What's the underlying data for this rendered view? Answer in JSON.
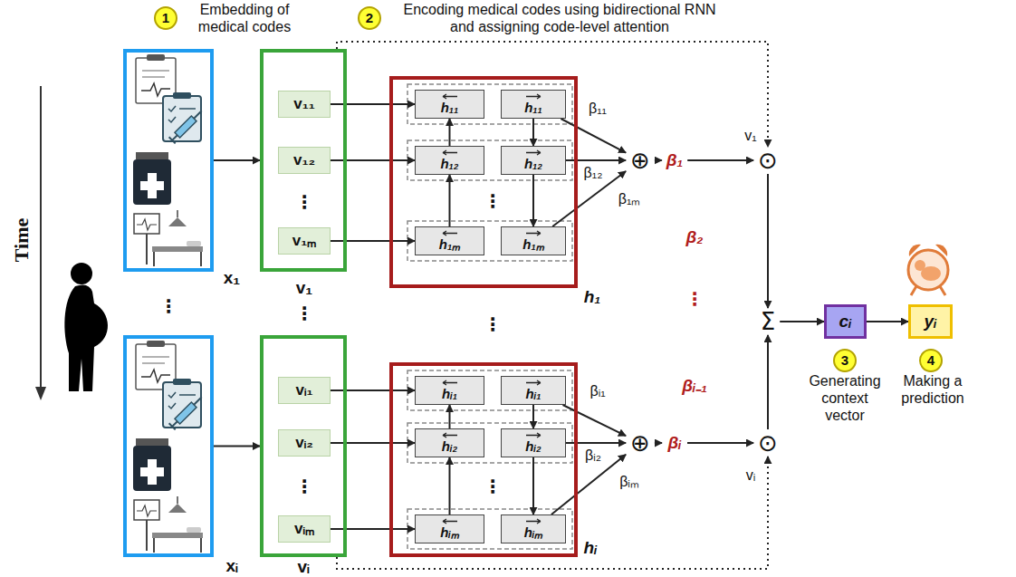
{
  "diagram": {
    "nodes": [
      {
        "text": [
          "1"
        ]
      },
      {
        "text": [
          "2"
        ]
      },
      {
        "text": [
          "x₁"
        ]
      },
      {
        "text": [
          "v₁"
        ]
      },
      {
        "text": [
          "v₁₁"
        ],
        "in": 3
      },
      {
        "text": [
          "v₁₂"
        ],
        "in": 3
      },
      {
        "text": [
          "v₁ₘ"
        ],
        "in": 3
      },
      {
        "text": [
          "h₁"
        ]
      },
      {
        "text": [
          "h₁₁"
        ],
        "in": 7
      },
      {
        "text": [
          "h₁₁"
        ],
        "in": 7
      },
      {
        "text": [
          "h₁₂"
        ],
        "in": 7
      },
      {
        "text": [
          "h₁₂"
        ],
        "in": 7
      },
      {
        "text": [
          "h₁ₘ"
        ],
        "in": 7
      },
      {
        "text": [
          "h₁ₘ"
        ],
        "in": 7
      },
      {
        "text": [
          "⊕"
        ]
      },
      {
        "text": [
          "β₁"
        ]
      },
      {
        "text": [
          "⊙"
        ]
      },
      {
        "text": [
          "Σ"
        ]
      },
      {
        "text": [
          "cᵢ"
        ]
      },
      {
        "text": [
          "yᵢ"
        ]
      },
      {
        "text": [
          "3"
        ]
      },
      {
        "text": [
          "4"
        ]
      },
      {
        "text": [
          "xᵢ"
        ]
      },
      {
        "text": [
          "vᵢ"
        ]
      },
      {
        "text": [
          "vᵢ₁"
        ],
        "in": 23
      },
      {
        "text": [
          "vᵢ₂"
        ],
        "in": 23
      },
      {
        "text": [
          "vᵢₘ"
        ],
        "in": 23
      },
      {
        "text": [
          "hᵢ"
        ]
      },
      {
        "text": [
          "hᵢ₁"
        ],
        "in": 27
      },
      {
        "text": [
          "hᵢ₁"
        ],
        "in": 27
      },
      {
        "text": [
          "hᵢ₂"
        ],
        "in": 27
      },
      {
        "text": [
          "hᵢ₂"
        ],
        "in": 27
      },
      {
        "text": [
          "hᵢₘ"
        ],
        "in": 27
      },
      {
        "text": [
          "hᵢₘ"
        ],
        "in": 27
      },
      {
        "text": [
          "⊕"
        ]
      },
      {
        "text": [
          "βᵢ"
        ]
      },
      {
        "text": [
          "⊙"
        ]
      }
    ],
    "edges": [
      {
        "from": 2,
        "to": 3,
        "arrow": "to"
      },
      {
        "from": 4,
        "to": 8,
        "arrow": "to"
      },
      {
        "from": 5,
        "to": 10,
        "arrow": "to"
      },
      {
        "from": 6,
        "to": 12,
        "arrow": "to"
      },
      {
        "from": 10,
        "to": 8,
        "arrow": "to"
      },
      {
        "from": 12,
        "to": 10,
        "arrow": "to"
      },
      {
        "from": 9,
        "to": 11,
        "arrow": "to"
      },
      {
        "from": 11,
        "to": 13,
        "arrow": "to"
      },
      {
        "from": 9,
        "to": 14,
        "label": "β₁₁",
        "arrow": "to"
      },
      {
        "from": 11,
        "to": 14,
        "label": "β₁₂",
        "arrow": "to"
      },
      {
        "from": 13,
        "to": 14,
        "label": "β₁ₘ",
        "arrow": "to"
      },
      {
        "from": 14,
        "to": 15,
        "arrow": "to"
      },
      {
        "from": 15,
        "to": 16,
        "arrow": "to"
      },
      {
        "from": 3,
        "to": 16,
        "label": "v₁",
        "arrow": "to"
      },
      {
        "from": 16,
        "to": 17,
        "arrow": "to"
      },
      {
        "from": 17,
        "to": 18,
        "arrow": "to"
      },
      {
        "from": 18,
        "to": 19,
        "arrow": "to"
      },
      {
        "from": 22,
        "to": 23,
        "arrow": "to"
      },
      {
        "from": 24,
        "to": 28,
        "arrow": "to"
      },
      {
        "from": 25,
        "to": 30,
        "arrow": "to"
      },
      {
        "from": 26,
        "to": 32,
        "arrow": "to"
      },
      {
        "from": 30,
        "to": 28,
        "arrow": "to"
      },
      {
        "from": 32,
        "to": 30,
        "arrow": "to"
      },
      {
        "from": 29,
        "to": 31,
        "arrow": "to"
      },
      {
        "from": 31,
        "to": 33,
        "arrow": "to"
      },
      {
        "from": 29,
        "to": 34,
        "label": "βᵢ₁",
        "arrow": "to"
      },
      {
        "from": 31,
        "to": 34,
        "label": "βᵢ₂",
        "arrow": "to"
      },
      {
        "from": 33,
        "to": 34,
        "label": "βᵢₘ",
        "arrow": "to"
      },
      {
        "from": 34,
        "to": 35,
        "arrow": "to"
      },
      {
        "from": 35,
        "to": 36,
        "arrow": "to"
      },
      {
        "from": 23,
        "to": 36,
        "label": "vᵢ",
        "arrow": "to"
      },
      {
        "from": 36,
        "to": 17,
        "arrow": "to"
      }
    ],
    "labels": [
      "Embedding of medical codes",
      "Encoding medical codes using bidirectional RNN and assigning code-level attention",
      "Time",
      "⋮",
      "⋮",
      "⋮",
      "⋮",
      "⋮",
      "β₂",
      "⋮",
      "βᵢ₋₁",
      "⋮",
      "⋮",
      "Generating context vector",
      "Making a prediction"
    ]
  }
}
